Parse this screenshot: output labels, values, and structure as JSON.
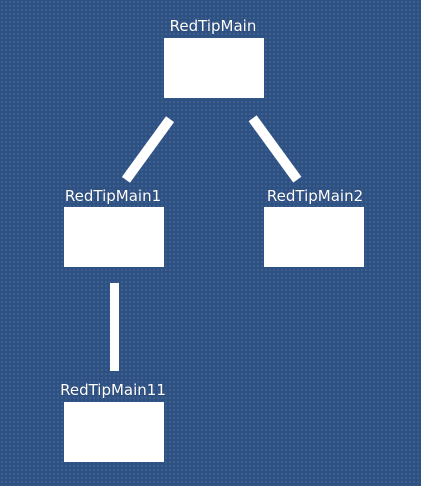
{
  "nodes": {
    "main": {
      "label": "RedTipMain"
    },
    "child1": {
      "label": "RedTipMain1"
    },
    "child2": {
      "label": "RedTipMain2"
    },
    "grandchild11": {
      "label": "RedTipMain11"
    }
  },
  "colors": {
    "background": "#2e5184",
    "node_fill": "#ffffff",
    "connector": "#ffffff",
    "label_text": "#ffffff"
  }
}
